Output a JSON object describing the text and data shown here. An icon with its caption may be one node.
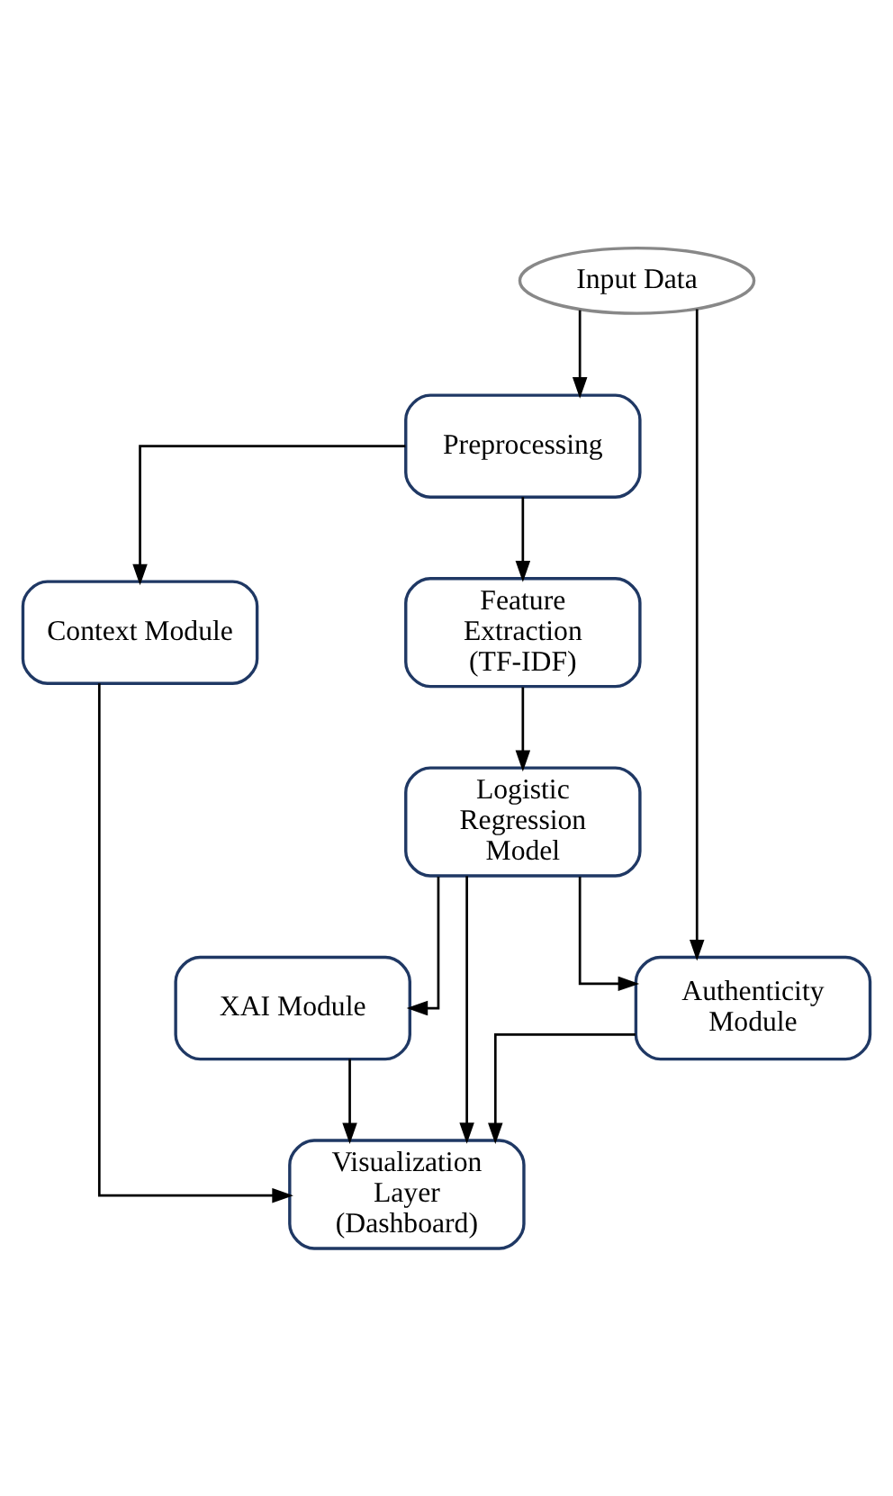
{
  "diagram": {
    "nodes": [
      {
        "text": [
          "Input Data"
        ]
      },
      {
        "text": [
          "Preprocessing"
        ]
      },
      {
        "text": [
          "Feature Extraction (TF-IDF)"
        ]
      },
      {
        "text": [
          "Context Module"
        ]
      },
      {
        "text": [
          "Logistic Regression Model"
        ]
      },
      {
        "text": [
          "XAI Module"
        ]
      },
      {
        "text": [
          "Authenticity Module"
        ]
      },
      {
        "text": [
          "Visualization Layer (Dashboard)"
        ]
      }
    ],
    "edges": [
      {
        "from": 0,
        "to": 1,
        "arrow": "to"
      },
      {
        "from": 0,
        "to": 6,
        "arrow": "to"
      },
      {
        "from": 1,
        "to": 2,
        "arrow": "to"
      },
      {
        "from": 1,
        "to": 3,
        "arrow": "to"
      },
      {
        "from": 2,
        "to": 4,
        "arrow": "to"
      },
      {
        "from": 4,
        "to": 5,
        "arrow": "to"
      },
      {
        "from": 4,
        "to": 7,
        "arrow": "to"
      },
      {
        "from": 4,
        "to": 6,
        "arrow": "to"
      },
      {
        "from": 5,
        "to": 7,
        "arrow": "to"
      },
      {
        "from": 6,
        "to": 7,
        "arrow": "to"
      },
      {
        "from": 3,
        "to": 7,
        "arrow": "to"
      }
    ]
  }
}
